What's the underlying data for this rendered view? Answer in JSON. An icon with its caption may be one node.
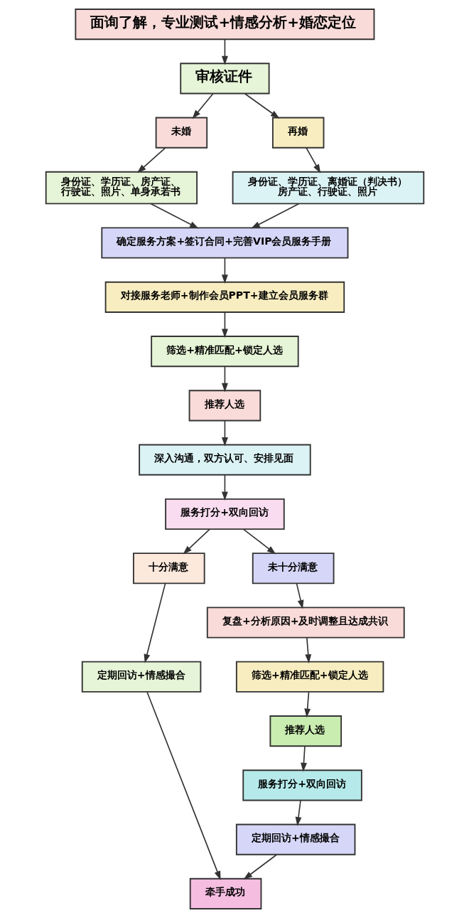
{
  "diagram": {
    "nodes": [
      {
        "text": [
          "面询了解，专业测试+情感分析+婚恋定位"
        ]
      },
      {
        "text": [
          "审核证件"
        ]
      },
      {
        "text": [
          "未婚"
        ]
      },
      {
        "text": [
          "再婚"
        ]
      },
      {
        "text": [
          "身份证、学历证、房产证、行驶证、照片、单身承若书"
        ]
      },
      {
        "text": [
          "身份证、学历证、离婚证（判决书）房产证、行驶证、照片"
        ]
      },
      {
        "text": [
          "确定服务方案+签订合同+完善VIP会员服务手册"
        ]
      },
      {
        "text": [
          "对接服务老师+制作会员PPT+建立会员服务群"
        ]
      },
      {
        "text": [
          "筛选+精准匹配+锁定人选"
        ]
      },
      {
        "text": [
          "推荐人选"
        ]
      },
      {
        "text": [
          "深入沟通，双方认可、安排见面"
        ]
      },
      {
        "text": [
          "服务打分+双向回访"
        ]
      },
      {
        "text": [
          "十分满意"
        ]
      },
      {
        "text": [
          "未十分满意"
        ]
      },
      {
        "text": [
          "复盘+分析原因+及时调整且达成共识"
        ]
      },
      {
        "text": [
          "定期回访+情感撮合"
        ]
      },
      {
        "text": [
          "筛选+精准匹配+锁定人选"
        ]
      },
      {
        "text": [
          "推荐人选"
        ]
      },
      {
        "text": [
          "服务打分+双向回访"
        ]
      },
      {
        "text": [
          "定期回访+情感撮合"
        ]
      },
      {
        "text": [
          "牵手成功"
        ]
      }
    ],
    "edges": [
      {
        "from": 0,
        "to": 1,
        "arrow": "to"
      },
      {
        "from": 1,
        "to": 2,
        "arrow": "to"
      },
      {
        "from": 1,
        "to": 3,
        "arrow": "to"
      },
      {
        "from": 2,
        "to": 4,
        "arrow": "to"
      },
      {
        "from": 3,
        "to": 5,
        "arrow": "to"
      },
      {
        "from": 4,
        "to": 6,
        "arrow": "to"
      },
      {
        "from": 5,
        "to": 6,
        "arrow": "to"
      },
      {
        "from": 6,
        "to": 7,
        "arrow": "to"
      },
      {
        "from": 7,
        "to": 8,
        "arrow": "to"
      },
      {
        "from": 8,
        "to": 9,
        "arrow": "to"
      },
      {
        "from": 9,
        "to": 10,
        "arrow": "to"
      },
      {
        "from": 10,
        "to": 11,
        "arrow": "to"
      },
      {
        "from": 11,
        "to": 12,
        "arrow": "to"
      },
      {
        "from": 11,
        "to": 13,
        "arrow": "to"
      },
      {
        "from": 13,
        "to": 14,
        "arrow": "to"
      },
      {
        "from": 12,
        "to": 15,
        "arrow": "to"
      },
      {
        "from": 14,
        "to": 16,
        "arrow": "to"
      },
      {
        "from": 16,
        "to": 17,
        "arrow": "to"
      },
      {
        "from": 17,
        "to": 18,
        "arrow": "to"
      },
      {
        "from": 18,
        "to": 19,
        "arrow": "to"
      },
      {
        "from": 15,
        "to": 20,
        "arrow": "to"
      },
      {
        "from": 19,
        "to": 20,
        "arrow": "to"
      }
    ]
  }
}
